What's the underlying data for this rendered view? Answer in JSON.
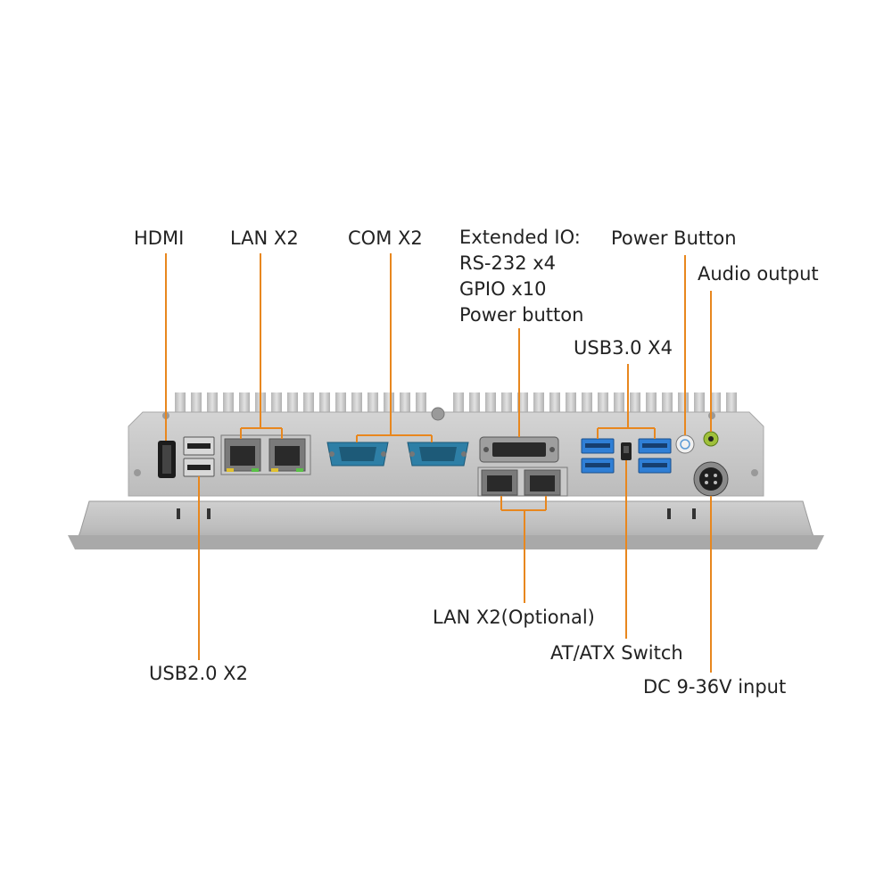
{
  "labels": {
    "hdmi": "HDMI",
    "lan_top": "LAN X2",
    "com": "COM X2",
    "extended_io": [
      "Extended IO:",
      "RS-232 x4",
      "GPIO x10",
      "Power button"
    ],
    "power_button": "Power Button",
    "audio_output": "Audio output",
    "usb3": "USB3.0 X4",
    "usb2": "USB2.0 X2",
    "lan_optional": "LAN X2(Optional)",
    "at_atx": "AT/ATX Switch",
    "dc_input": "DC 9-36V input"
  },
  "colors": {
    "leader": "#e8871e",
    "usb3_blue": "#2f7fd6",
    "com_blue": "#2e7fa6",
    "chassis": "#c4c4c4",
    "text": "#222222"
  }
}
